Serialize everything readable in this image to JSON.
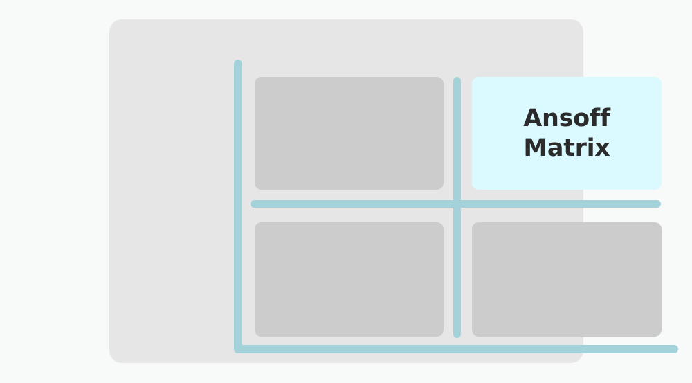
{
  "diagram": {
    "type": "quadrant-matrix",
    "panel": {
      "background_color": "#e6e6e6",
      "canvas_color": "#f8f9f9"
    },
    "axes": {
      "color": "#a4d2da",
      "y_axis_name": "vertical-axis",
      "x_axis_name": "horizontal-axis"
    },
    "dividers": {
      "color": "#a4d2da",
      "vertical_name": "vertical-divider",
      "horizontal_name": "horizontal-divider"
    },
    "quadrants": [
      {
        "id": "top-left",
        "label": "",
        "highlighted": false,
        "fill_color": "#cccccc"
      },
      {
        "id": "top-right",
        "label": "Ansoff\nMatrix",
        "highlighted": true,
        "fill_color": "#dbfaff",
        "text_color": "#2b2b2b"
      },
      {
        "id": "bottom-left",
        "label": "",
        "highlighted": false,
        "fill_color": "#cccccc"
      },
      {
        "id": "bottom-right",
        "label": "",
        "highlighted": false,
        "fill_color": "#cccccc"
      }
    ]
  }
}
